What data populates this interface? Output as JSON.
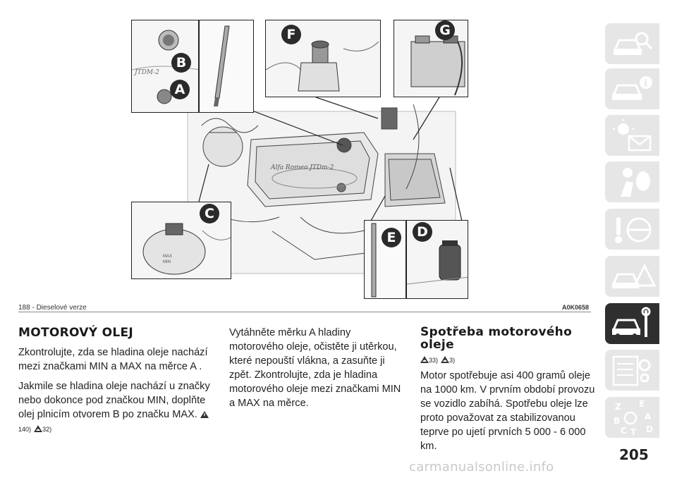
{
  "figure": {
    "callouts": [
      "A",
      "B",
      "C",
      "D",
      "E",
      "F",
      "G"
    ],
    "caption": "188 - Dieselové verze",
    "code": "A0K0658",
    "engine_badge": "Alfa Romeo JTDm-2"
  },
  "section1": {
    "heading": "MOTOROVÝ OLEJ",
    "para1": "Zkontrolujte, zda se hladina oleje nachází mezi značkami MIN a MAX na měrce A .",
    "para2": "Jakmile se hladina oleje nachází u značky nebo dokonce pod značkou MIN, doplňte olej plnicím otvorem B po značku MAX.",
    "refs": [
      "140)",
      "32)"
    ]
  },
  "section2": {
    "para": "Vytáhněte měrku A hladiny motorového oleje, očistěte ji utěrkou, které nepouští vlákna, a zasuňte ji zpět. Zkontrolujte, zda je hladina motorového oleje mezi značkami MIN a MAX na měrce."
  },
  "section3": {
    "heading": "Spotřeba motorového oleje",
    "refs": [
      "33)",
      "3)"
    ],
    "para": "Motor spotřebuje asi 400 gramů oleje na 1000 km. V prvním období provozu se vozidlo zabíhá. Spotřebu oleje lze proto považovat za stabilizovanou teprve po ujetí prvních 5 000 - 6 000 km."
  },
  "page_number": "205",
  "watermark": "carmanualsonline.info",
  "sidebar": {
    "tabs": [
      "car-search-icon",
      "car-info-icon",
      "lights-message-icon",
      "airbag-person-icon",
      "key-steering-wheel-icon",
      "car-warning-triangle-icon",
      "car-wrench-icon",
      "settings-list-icon",
      "alphabet-index-icon"
    ],
    "active_index": 6
  }
}
